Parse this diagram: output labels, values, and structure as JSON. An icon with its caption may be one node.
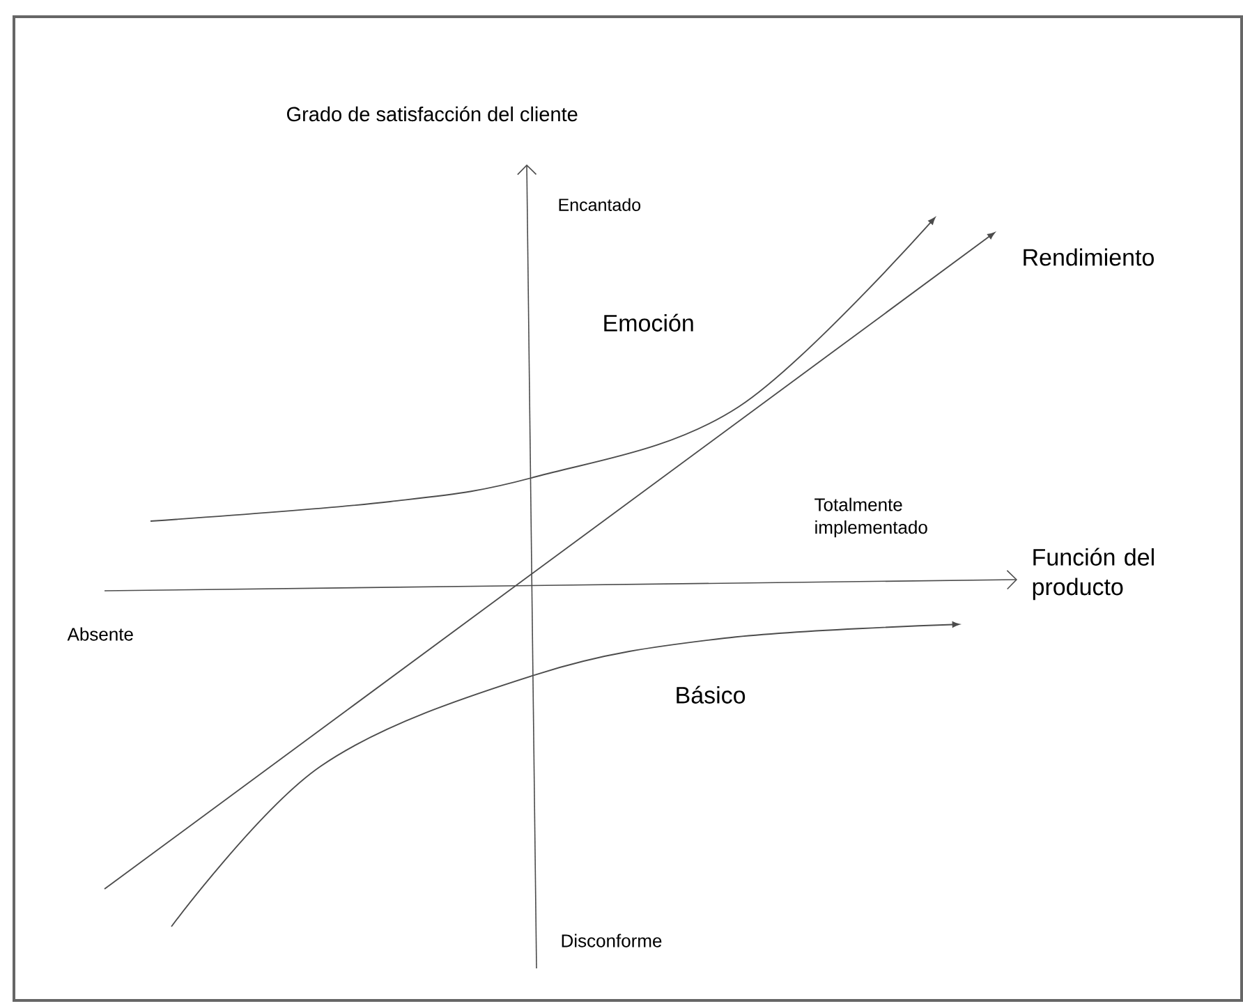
{
  "diagram": {
    "labels": [
      "Grado de satisfacción del cliente",
      "Encantado",
      "Rendimiento",
      "Emoción",
      "Totalmente implementado",
      "Función del producto",
      "Absente",
      "Básico",
      "Disconforme"
    ]
  }
}
